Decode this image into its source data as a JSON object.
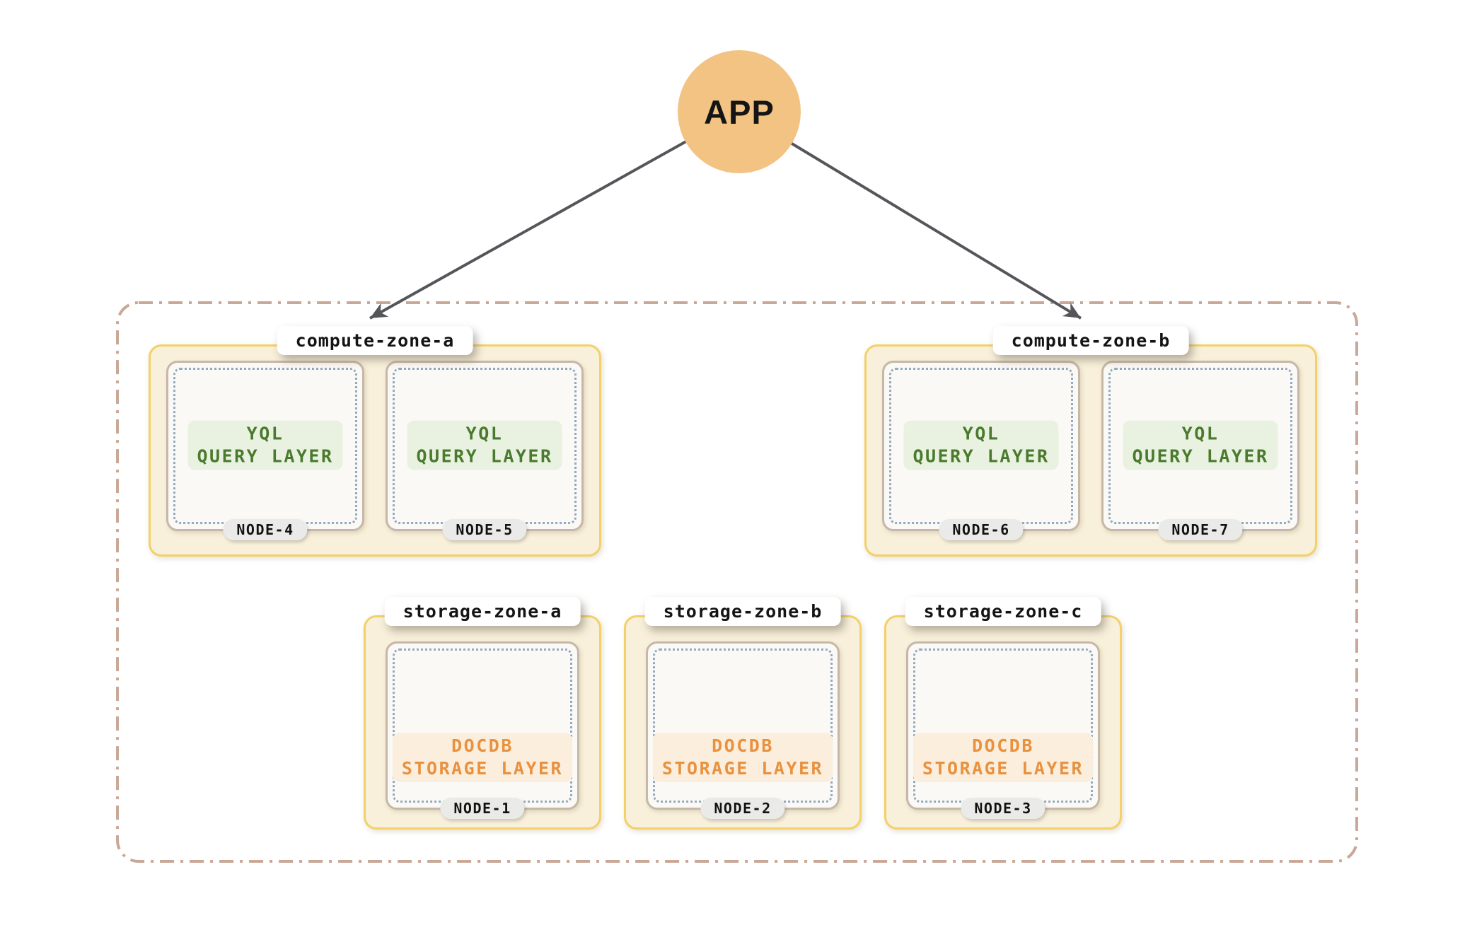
{
  "app": {
    "label": "APP"
  },
  "zones": [
    {
      "label": "compute-zone-a",
      "type": "compute",
      "nodes": [
        {
          "name": "NODE-4",
          "layer": [
            "YQL",
            "QUERY LAYER"
          ]
        },
        {
          "name": "NODE-5",
          "layer": [
            "YQL",
            "QUERY LAYER"
          ]
        }
      ]
    },
    {
      "label": "compute-zone-b",
      "type": "compute",
      "nodes": [
        {
          "name": "NODE-6",
          "layer": [
            "YQL",
            "QUERY LAYER"
          ]
        },
        {
          "name": "NODE-7",
          "layer": [
            "YQL",
            "QUERY LAYER"
          ]
        }
      ]
    },
    {
      "label": "storage-zone-a",
      "type": "storage",
      "nodes": [
        {
          "name": "NODE-1",
          "layer": [
            "DOCDB",
            "STORAGE LAYER"
          ]
        }
      ]
    },
    {
      "label": "storage-zone-b",
      "type": "storage",
      "nodes": [
        {
          "name": "NODE-2",
          "layer": [
            "DOCDB",
            "STORAGE LAYER"
          ]
        }
      ]
    },
    {
      "label": "storage-zone-c",
      "type": "storage",
      "nodes": [
        {
          "name": "NODE-3",
          "layer": [
            "DOCDB",
            "STORAGE LAYER"
          ]
        }
      ]
    }
  ],
  "colors": {
    "app_circle": "#F2C383",
    "arrow": "#55565A",
    "cluster_dashed_border": "#C9A897",
    "zone_background": "#F8F0DA",
    "zone_border": "#F2D169",
    "node_background": "#FBF9F5",
    "node_border": "#C6B7A9",
    "node_dotted_inner_border": "#93A9BF",
    "query_layer_text": "#4A7A2D",
    "query_layer_background": "#E9F2E1",
    "storage_layer_text": "#E9913F",
    "storage_layer_background": "#FBEEDC",
    "node_pill_background": "#EAEAE8",
    "label_pill_background": "#FFFFFF"
  }
}
